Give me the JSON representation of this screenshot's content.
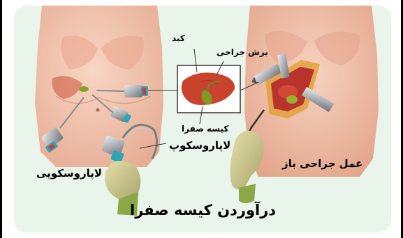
{
  "labels": {
    "liver": "کبد",
    "surgical_incision": "برش جراحی",
    "gallbladder": "کیسه صفرا",
    "laparoscope": "لاپاروسکوپ",
    "open_surgery": "عمل جراحی باز",
    "laparoscopy": "لاپاروسکوپی",
    "title": "درآوردن کیسه صفرا"
  },
  "colors": {
    "panel_bg": "#e9f5ea",
    "skin": "#f2c6b0",
    "liver": "#c9432c",
    "gallbladder": "#7f9a26",
    "glove": "#c9c48a",
    "instrument_steel": "#8c9094",
    "instrument_blue": "#2aa6b6",
    "instrument_red": "#d23a3a",
    "callout_line": "#333333"
  }
}
